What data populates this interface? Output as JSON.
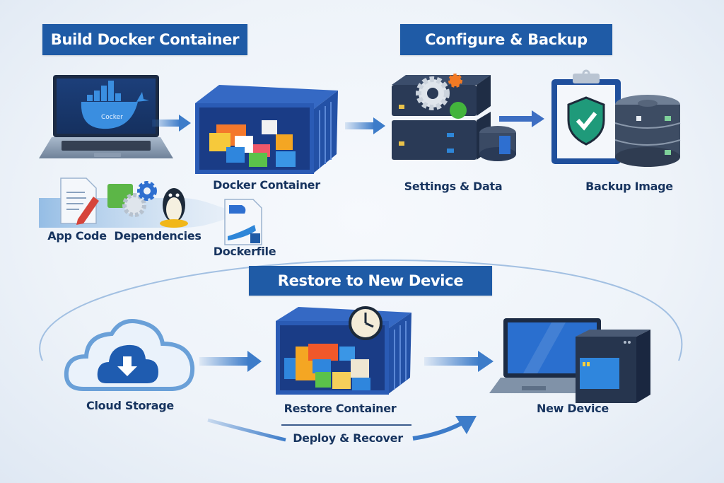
{
  "sections": {
    "build": {
      "title": "Build Docker Container"
    },
    "configure": {
      "title": "Configure & Backup"
    },
    "restore": {
      "title": "Restore to New Device"
    }
  },
  "build_items": {
    "laptop_screen_text": "Cocker",
    "container_label": "Docker Container",
    "app_code_label": "App Code",
    "dependencies_label": "Dependencies",
    "dockerfile_label": "Dockerfile"
  },
  "configure_items": {
    "settings_label": "Settings & Data",
    "backup_label": "Backup Image"
  },
  "restore_items": {
    "cloud_label": "Cloud Storage",
    "restore_container_label": "Restore Container",
    "deploy_label": "Deploy & Recover",
    "new_device_label": "New Device"
  },
  "colors": {
    "banner": "#1f5ba6",
    "label_text": "#17345f",
    "container_blue": "#2a5bb5",
    "arrow_blue": "#3d7cc9",
    "shield_green": "#1f9a7a"
  }
}
